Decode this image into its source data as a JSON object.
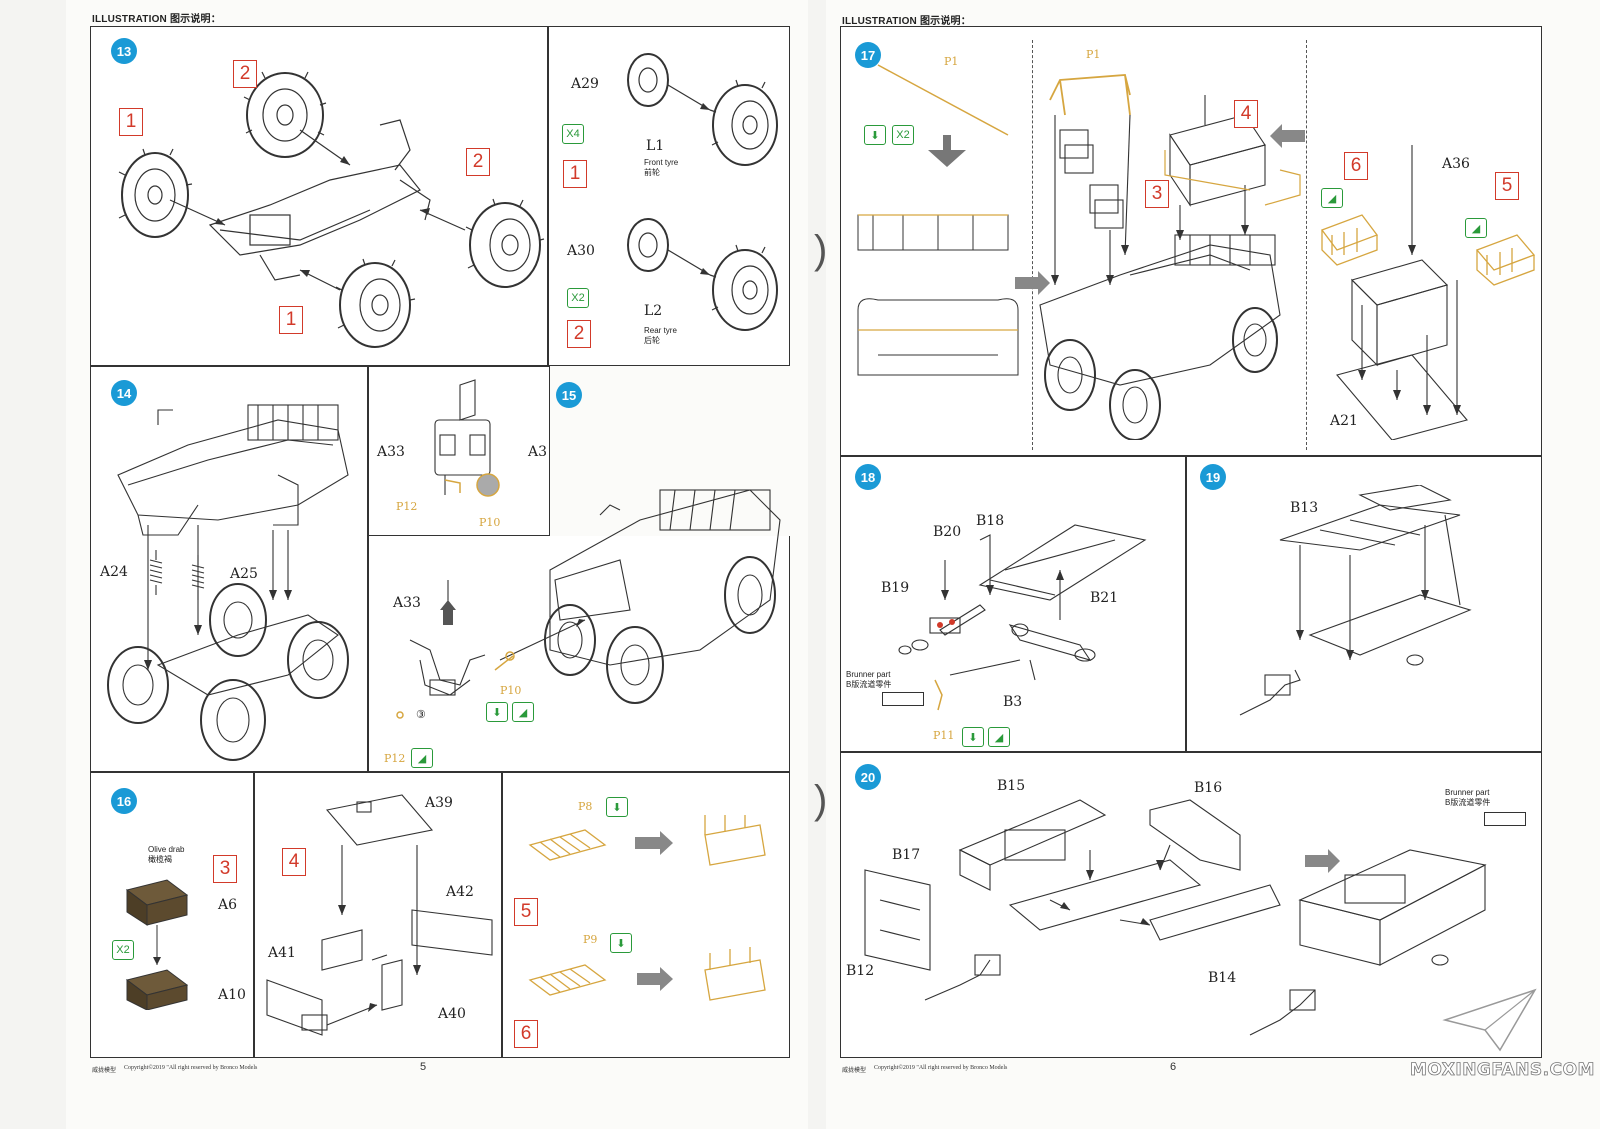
{
  "header_left": "ILLUSTRATION 图示说明：",
  "header_right": "ILLUSTRATION 图示说明：",
  "steps": {
    "s13": "13",
    "s14": "14",
    "s15": "15",
    "s16": "16",
    "s17": "17",
    "s18": "18",
    "s19": "19",
    "s20": "20"
  },
  "step13": {
    "red": [
      "2",
      "1",
      "2",
      "1",
      "1",
      "2"
    ],
    "a29": "A29",
    "a30": "A30",
    "x4": "X4",
    "x2": "X2",
    "l1": "L1",
    "l1_en": "Front tyre",
    "l1_cn": "前轮",
    "l2": "L2",
    "l2_en": "Rear tyre",
    "l2_cn": "后轮"
  },
  "step14": {
    "a24": "A24",
    "a25": "A25"
  },
  "step15": {
    "a33_top": "A33",
    "a3": "A3",
    "p12_top": "P12",
    "p10_top": "P10",
    "a33": "A33",
    "p10": "P10",
    "p12": "P12",
    "circle3": "③"
  },
  "step16": {
    "olive_en": "Olive drab",
    "olive_cn": "橄榄褐",
    "red3": "3",
    "red4": "4",
    "red5": "5",
    "red6": "6",
    "a6": "A6",
    "x2": "X2",
    "a10": "A10",
    "a39": "A39",
    "a42": "A42",
    "a41": "A41",
    "a40": "A40",
    "p8": "P8",
    "p9": "P9"
  },
  "step17": {
    "p1a": "P1",
    "p1b": "P1",
    "x2": "X2",
    "red4": "4",
    "red3": "3",
    "red6": "6",
    "red5": "5",
    "a36": "A36",
    "a21": "A21"
  },
  "step18": {
    "b20": "B20",
    "b18": "B18",
    "b19": "B19",
    "b21": "B21",
    "b3": "B3",
    "p11": "P11",
    "brunner_en": "Brunner part",
    "brunner_cn": "B版流道零件"
  },
  "step19": {
    "b13": "B13"
  },
  "step20": {
    "b15": "B15",
    "b16": "B16",
    "b17": "B17",
    "b12": "B12",
    "b14": "B14",
    "brunner_en": "Brunner part",
    "brunner_cn": "B版流道零件"
  },
  "footer_left": {
    "brand": "威拢模型",
    "copyright": "Copyright©2019  \"All right reserved by Bronco Models",
    "page": "5"
  },
  "footer_right": {
    "brand": "威拢模型",
    "copyright": "Copyright©2019  \"All right reserved by Bronco Models",
    "page": "6"
  },
  "watermark": "MOXINGFANS.COM"
}
